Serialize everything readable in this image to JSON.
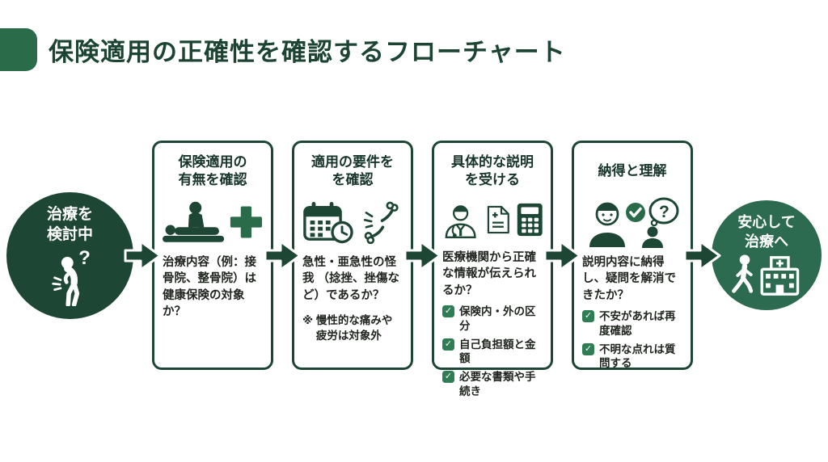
{
  "header": {
    "title": "保険適用の正確性を確認するフローチャート"
  },
  "colors": {
    "green_dark": "#1e4634",
    "green_mid": "#2a6b4a",
    "green_end_circle": "#2d6b50",
    "green_checkbox": "#2e7d55",
    "title_text": "#1c4433"
  },
  "flow": {
    "start": {
      "line1": "治療を",
      "line2": "検討中",
      "icon": "back-pain-person-icon"
    },
    "steps": [
      {
        "title_line1": "保険適用の",
        "title_line2": "有無を確認",
        "icons": [
          "massage-icon",
          "medical-cross-icon"
        ],
        "body": "治療内容（例：接骨院、整骨院）は健康保険の対象か？"
      },
      {
        "title_line1": "適用の要件を",
        "title_line2": "を確認",
        "icons": [
          "calendar-clock-icon",
          "joint-icon"
        ],
        "body": "急性・亜急性の怪我 （捻挫、挫傷など）であるか？",
        "note": "※ 慢性的な痛みや疲労は対象外"
      },
      {
        "title_line1": "具体的な説明",
        "title_line2": "を受ける",
        "icons": [
          "doctor-icon",
          "document-icon",
          "calculator-icon"
        ],
        "body": "医療機関から正確な情報が伝えられるか？",
        "checklist": [
          "保険内・外の区分",
          "自己負担額と金額",
          "必要な書類や手続き"
        ]
      },
      {
        "title_line1": "納得と理解",
        "title_line2": "",
        "icons": [
          "person-check-icon",
          "question-bubble-icon"
        ],
        "body": "説明内容に納得し、疑問を解消できたか？",
        "checklist": [
          "不安があれば再度確認",
          "不明な点れは質問する"
        ]
      }
    ],
    "end": {
      "line1": "安心して",
      "line2": "治療へ",
      "icons": [
        "walking-person-icon",
        "hospital-icon"
      ]
    },
    "checkmark_glyph": "✓"
  }
}
